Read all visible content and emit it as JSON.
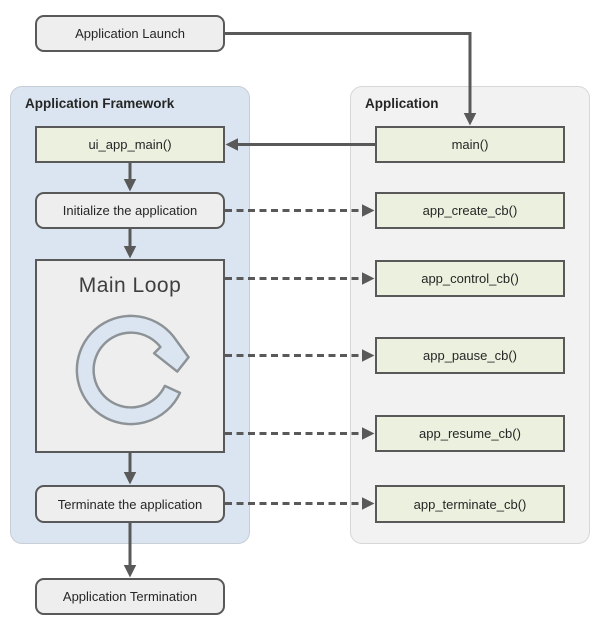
{
  "panels": {
    "framework": {
      "title": "Application Framework"
    },
    "application": {
      "title": "Application"
    }
  },
  "nodes": {
    "app_launch": "Application Launch",
    "ui_app_main": "ui_app_main()",
    "initialize": "Initialize the application",
    "main_loop": "Main Loop",
    "terminate": "Terminate the application",
    "app_termination": "Application Termination",
    "main": "main()",
    "app_create_cb": "app_create_cb()",
    "app_control_cb": "app_control_cb()",
    "app_pause_cb": "app_pause_cb()",
    "app_resume_cb": "app_resume_cb()",
    "app_terminate_cb": "app_terminate_cb()"
  },
  "icons": {
    "loop_icon": "circular-arrow-clockwise"
  },
  "colors": {
    "panel_blue_fill": "#dbe5f1",
    "panel_blue_border": "#c7ced6",
    "panel_gray_fill": "#f2f2f2",
    "panel_gray_border": "#d7d7d7",
    "box_green_fill": "#ebf1de",
    "box_gray_fill": "#eeeeee",
    "box_border": "#595959",
    "arrow_color": "#595959",
    "loop_icon_fill": "#dbe5f1",
    "loop_icon_stroke": "#8c9296",
    "text_color": "#262626",
    "main_loop_text": "#3f3f3f"
  }
}
